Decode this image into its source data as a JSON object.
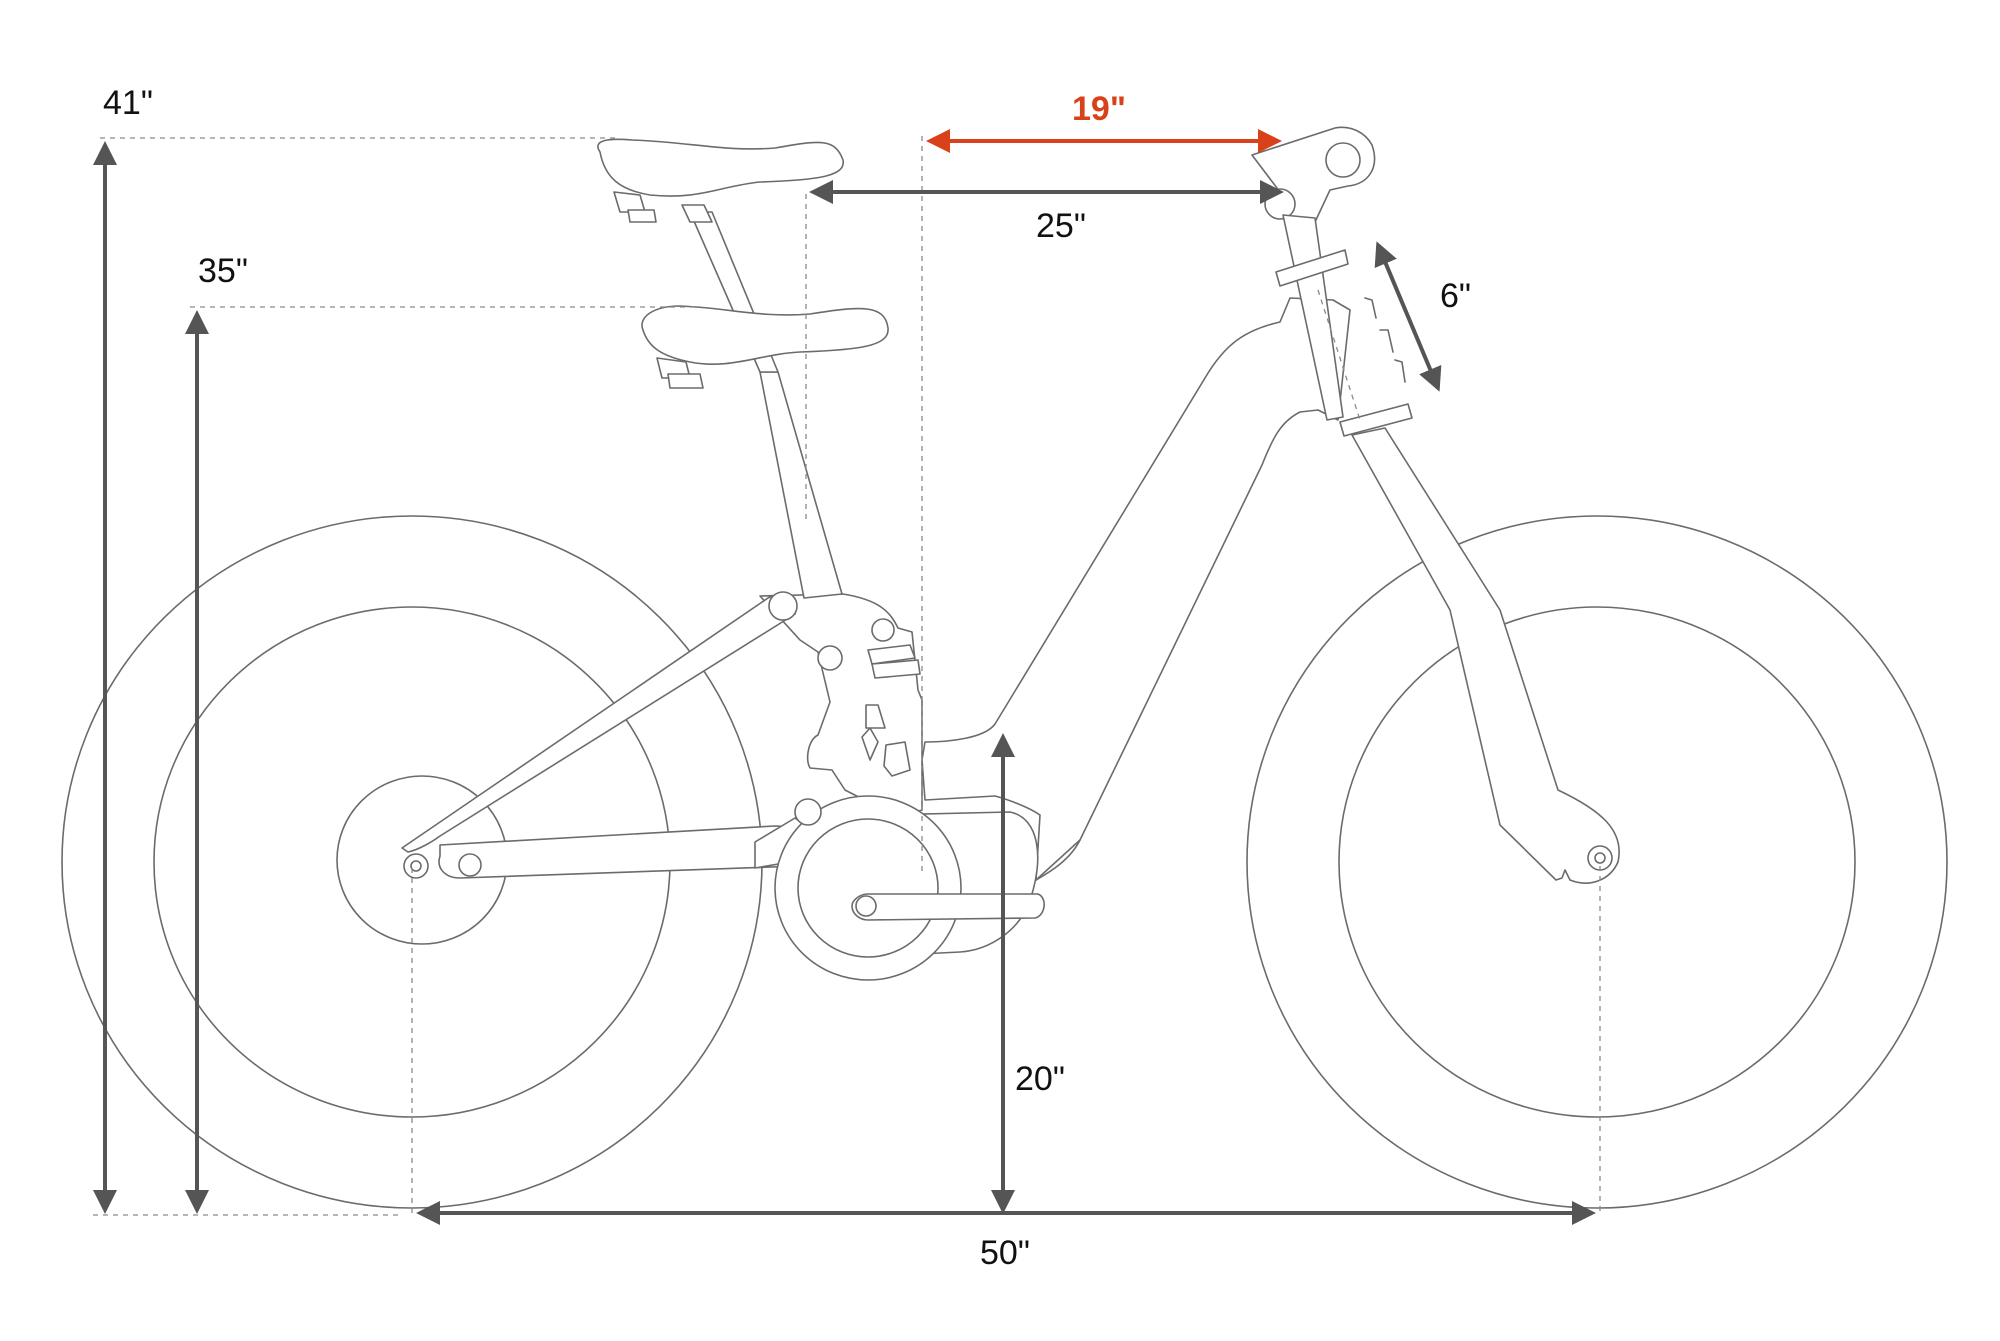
{
  "dimensions": {
    "max_saddle_height": {
      "label": "41\""
    },
    "min_saddle_height": {
      "label": "35\""
    },
    "reach_highlight": {
      "label": "19\""
    },
    "saddle_to_bar": {
      "label": "25\""
    },
    "stem_adjust": {
      "label": "6\""
    },
    "standover": {
      "label": "20\""
    },
    "wheelbase": {
      "label": "50\""
    }
  },
  "colors": {
    "dimension_line": "#555555",
    "accent": "#d8411a",
    "outline": "#6b6b6b"
  }
}
